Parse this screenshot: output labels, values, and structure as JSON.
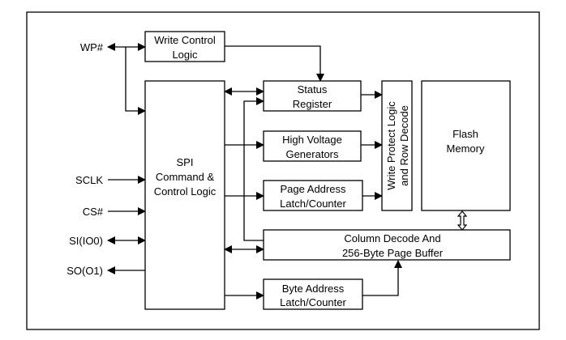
{
  "signals": {
    "wp": "WP#",
    "sclk": "SCLK",
    "cs": "CS#",
    "si": "SI(IO0)",
    "so": "SO(O1)"
  },
  "blocks": {
    "write_control": [
      "Write Control",
      "Logic"
    ],
    "spi": [
      "SPI",
      "Command &",
      "Control Logic"
    ],
    "status": [
      "Status",
      "Register"
    ],
    "high_voltage": [
      "High Voltage",
      "Generators"
    ],
    "page_address": [
      "Page Address",
      "Latch/Counter"
    ],
    "column_decode": [
      "Column Decode And",
      "256-Byte Page Buffer"
    ],
    "byte_address": [
      "Byte Address",
      "Latch/Counter"
    ],
    "write_protect": [
      "Write Protect Logic",
      "and Row Decode"
    ],
    "flash": [
      "Flash",
      "Memory"
    ]
  }
}
